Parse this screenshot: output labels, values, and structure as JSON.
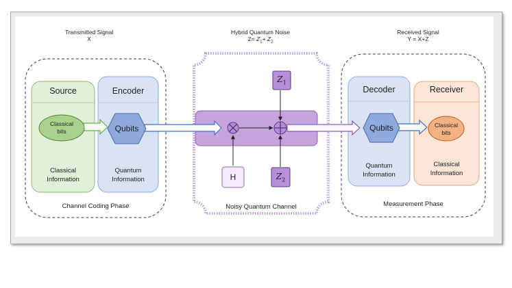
{
  "signals": {
    "transmitted": {
      "title": "Transmitted Signal",
      "symbol": "X"
    },
    "noise": {
      "title": "Hybrid Quantum Noise",
      "eq_prefix": "Z= ",
      "z": "Z",
      "sub1": "1",
      "plus": "+ ",
      "sub2": "2"
    },
    "received": {
      "title": "Received  Signal",
      "equation": "Y = X+Z"
    }
  },
  "phases": {
    "channel_coding": "Channel Coding Phase",
    "noisy_channel": "Noisy Quantum Channel",
    "measurement": "Measurement Phase"
  },
  "blocks": {
    "source": {
      "title": "Source",
      "node_line1": "Classical",
      "node_line2": "bits",
      "info_line1": "Classical",
      "info_line2": "Information"
    },
    "encoder": {
      "title": "Encoder",
      "node": "Qubits",
      "info_line1": "Quantum",
      "info_line2": "Information"
    },
    "decoder": {
      "title": "Decoder",
      "node": "Qubits",
      "info_line1": "Quantum",
      "info_line2": "Information"
    },
    "receiver": {
      "title": "Receiver",
      "node_line1": "Classical",
      "node_line2": "bits",
      "info_line1": "Classical",
      "info_line2": "Information"
    }
  },
  "channel": {
    "hadamard": "H",
    "z1": {
      "letter": "Z",
      "sub": "1"
    },
    "z2": {
      "letter": "Z",
      "sub": "2"
    }
  },
  "colors": {
    "source_fill": "#e2efd9",
    "source_border": "#8bb870",
    "encoder_fill": "#dae3f3",
    "encoder_border": "#8faadc",
    "hex_fill": "#8ea9db",
    "hex_border": "#4a6aa8",
    "ellipse_green": "#a9d18e",
    "ellipse_orange": "#f4b183",
    "receiver_fill": "#fbe5d6",
    "receiver_border": "#e3a57a",
    "channel_bar": "#c5a3dc",
    "channel_square": "#b88ed8",
    "channel_outline": "#9966cc"
  }
}
